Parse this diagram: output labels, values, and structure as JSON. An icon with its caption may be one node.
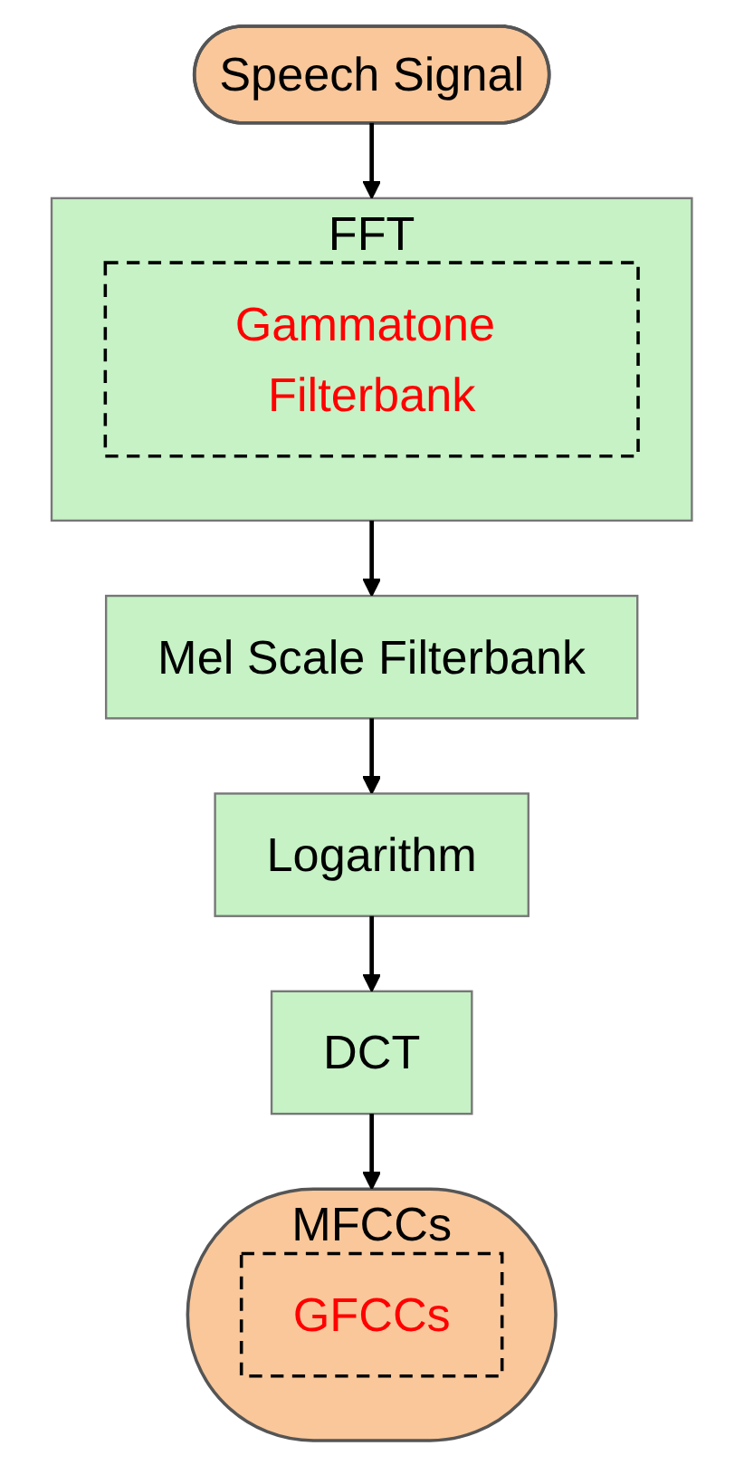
{
  "diagram": {
    "nodes": [
      {
        "text": [
          "Speech Signal"
        ]
      },
      {
        "text": [
          "FFT"
        ]
      },
      {
        "text": [
          "Gammatone Filterbank"
        ],
        "in": 1
      },
      {
        "text": [
          "Mel Scale Filterbank"
        ]
      },
      {
        "text": [
          "Logarithm"
        ]
      },
      {
        "text": [
          "DCT"
        ]
      },
      {
        "text": [
          "MFCCs"
        ]
      },
      {
        "text": [
          "GFCCs"
        ],
        "in": 6
      }
    ],
    "edges": [
      {
        "from": 0,
        "to": 1,
        "arrow": "to"
      },
      {
        "from": 1,
        "to": 3,
        "arrow": "to"
      },
      {
        "from": 3,
        "to": 4,
        "arrow": "to"
      },
      {
        "from": 4,
        "to": 5,
        "arrow": "to"
      },
      {
        "from": 5,
        "to": 6,
        "arrow": "to"
      }
    ]
  }
}
